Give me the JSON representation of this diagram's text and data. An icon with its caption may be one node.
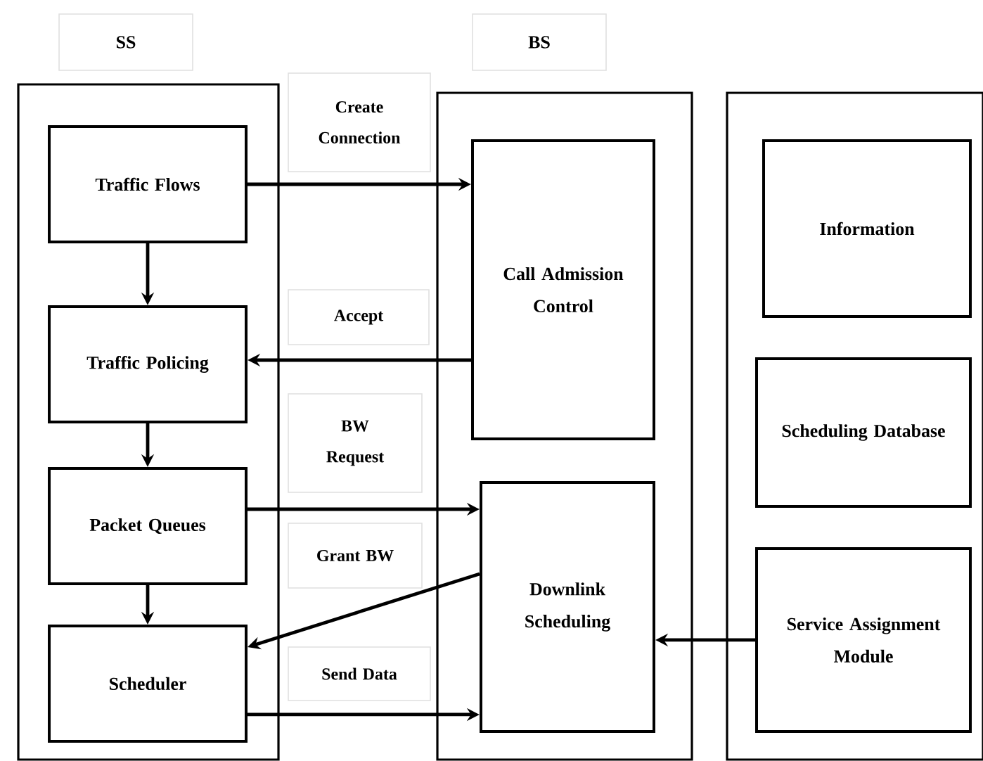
{
  "diagram": {
    "nodes": [
      {
        "text": [
          "SS"
        ]
      },
      {
        "text": [
          "BS"
        ]
      },
      {
        "text": [],
        "shape": "box"
      },
      {
        "text": [
          "Traffic Flows"
        ],
        "in": 2
      },
      {
        "text": [
          "Traffic Policing"
        ],
        "in": 2
      },
      {
        "text": [
          "Packet Queues"
        ],
        "in": 2
      },
      {
        "text": [
          "Scheduler"
        ],
        "in": 2
      },
      {
        "text": [],
        "shape": "box"
      },
      {
        "text": [
          "Call Admission Control"
        ],
        "in": 7
      },
      {
        "text": [
          "Downlink Scheduling"
        ],
        "in": 7
      },
      {
        "text": [],
        "shape": "box"
      },
      {
        "text": [
          "Information"
        ],
        "in": 10
      },
      {
        "text": [
          "Scheduling Database"
        ],
        "in": 10
      },
      {
        "text": [
          "Service Assignment Module"
        ],
        "in": 10
      }
    ],
    "edges": [
      {
        "from": 3,
        "to": 4,
        "arrow": "to"
      },
      {
        "from": 4,
        "to": 5,
        "arrow": "to"
      },
      {
        "from": 5,
        "to": 6,
        "arrow": "to"
      },
      {
        "from": 3,
        "to": 8,
        "arrow": "to",
        "label": "Create Connection"
      },
      {
        "from": 8,
        "to": 4,
        "arrow": "to",
        "label": "Accept"
      },
      {
        "from": 5,
        "to": 9,
        "arrow": "to",
        "label": "BW Request"
      },
      {
        "from": 9,
        "to": 6,
        "arrow": "to",
        "label": "Grant BW"
      },
      {
        "from": 6,
        "to": 9,
        "arrow": "to",
        "label": "Send Data"
      },
      {
        "from": 13,
        "to": 9,
        "arrow": "to"
      }
    ]
  }
}
